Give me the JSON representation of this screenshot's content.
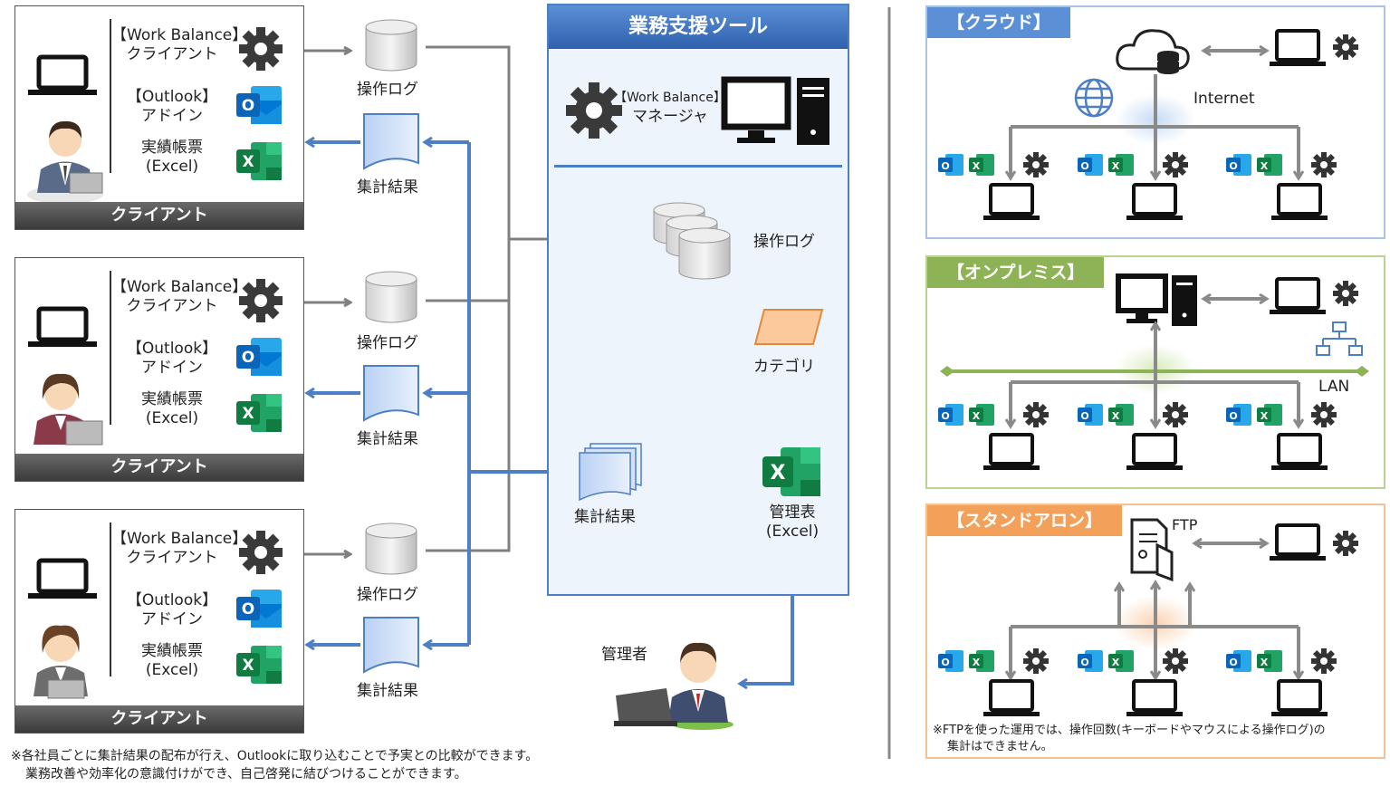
{
  "client_panels": [
    {
      "wb_line1": "【Work Balance】",
      "wb_line2": "クライアント",
      "ol_line1": "【Outlook】",
      "ol_line2": "アドイン",
      "xl_line1": "実績帳票",
      "xl_line2": "(Excel)",
      "footer": "クライアント"
    },
    {
      "wb_line1": "【Work Balance】",
      "wb_line2": "クライアント",
      "ol_line1": "【Outlook】",
      "ol_line2": "アドイン",
      "xl_line1": "実績帳票",
      "xl_line2": "(Excel)",
      "footer": "クライアント"
    },
    {
      "wb_line1": "【Work Balance】",
      "wb_line2": "クライアント",
      "ol_line1": "【Outlook】",
      "ol_line2": "アドイン",
      "xl_line1": "実績帳票",
      "xl_line2": "(Excel)",
      "footer": "クライアント"
    }
  ],
  "flow_labels": {
    "log": "操作ログ",
    "result": "集計結果"
  },
  "tool": {
    "title": "業務支援ツール",
    "manager_line1": "【Work Balance】",
    "manager_line2": "マネージャ",
    "log": "操作ログ",
    "category": "カテゴリ",
    "result": "集計結果",
    "sheet_line1": "管理表",
    "sheet_line2": "(Excel)"
  },
  "admin": "管理者",
  "footnote": {
    "line1": "※各社員ごとに集計結果の配布が行え、Outlookに取り込むことで予実との比較ができます。",
    "line2": "業務改善や効率化の意識付けができ、自己啓発に結びつけることができます。"
  },
  "environments": {
    "cloud": {
      "title": "【クラウド】",
      "network": "Internet"
    },
    "onprem": {
      "title": "【オンプレミス】",
      "network": "LAN"
    },
    "standalone": {
      "title": "【スタンドアロン】",
      "server": "FTP",
      "note_line1": "※FTPを使った運用では、操作回数(キーボードやマウスによる操作ログ)の",
      "note_line2": "集計はできません。"
    }
  },
  "colors": {
    "cloud": "#5b8fd6",
    "onprem": "#8db356",
    "standalone": "#f2a05a",
    "arrow_blue": "#4d7fc4",
    "arrow_gray": "#808080"
  }
}
